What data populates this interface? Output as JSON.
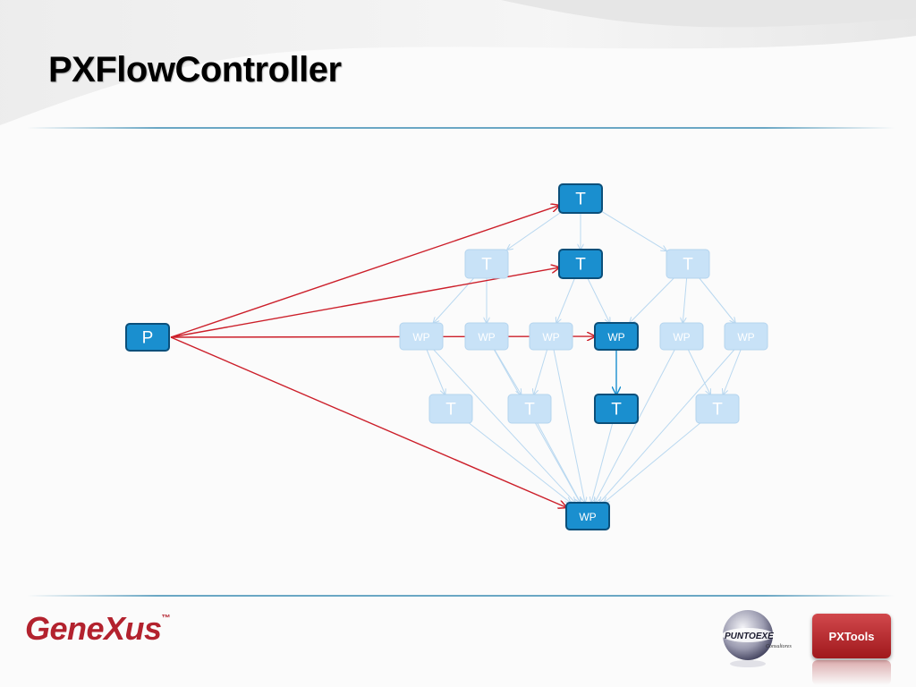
{
  "slide": {
    "title": "PXFlowController",
    "footer": {
      "brand_logo_text": "GeneXus",
      "brand_tm": "™",
      "logo_puntoexe_text": "PUNTOEXE",
      "logo_puntoexe_sub": "Consultores",
      "logo_pxtools_text": "PXTools"
    }
  },
  "diagram": {
    "colors": {
      "active_fill": "#1a8fcf",
      "active_stroke": "#0b4f7a",
      "faded_fill": "#c8e2f7",
      "faded_stroke": "#b4d4ee",
      "faded_text": "#ffffff",
      "active_edge": "#cc1f2a",
      "faded_edge": "#b9d8f0",
      "active_internal_edge": "#1a8fcf"
    },
    "nodes": [
      {
        "id": "p",
        "label": "P",
        "state": "active"
      },
      {
        "id": "t-top",
        "label": "T",
        "state": "active"
      },
      {
        "id": "t-l2-a",
        "label": "T",
        "state": "faded"
      },
      {
        "id": "t-l2-b",
        "label": "T",
        "state": "active"
      },
      {
        "id": "t-l2-c",
        "label": "T",
        "state": "faded"
      },
      {
        "id": "wp-1",
        "label": "WP",
        "state": "faded"
      },
      {
        "id": "wp-2",
        "label": "WP",
        "state": "faded"
      },
      {
        "id": "wp-3",
        "label": "WP",
        "state": "faded"
      },
      {
        "id": "wp-4",
        "label": "WP",
        "state": "active"
      },
      {
        "id": "wp-5",
        "label": "WP",
        "state": "faded"
      },
      {
        "id": "wp-6",
        "label": "WP",
        "state": "faded"
      },
      {
        "id": "t-l4-a",
        "label": "T",
        "state": "faded"
      },
      {
        "id": "t-l4-b",
        "label": "T",
        "state": "faded"
      },
      {
        "id": "t-l4-c",
        "label": "T",
        "state": "active"
      },
      {
        "id": "t-l4-d",
        "label": "T",
        "state": "faded"
      },
      {
        "id": "wp-bottom",
        "label": "WP",
        "state": "active"
      }
    ],
    "red_edges": [
      {
        "from": "p",
        "to": "t-top"
      },
      {
        "from": "p",
        "to": "t-l2-b"
      },
      {
        "from": "p",
        "to": "wp-4"
      },
      {
        "from": "p",
        "to": "wp-bottom"
      }
    ],
    "faded_edges": [
      {
        "from": "t-top",
        "to": "t-l2-a"
      },
      {
        "from": "t-top",
        "to": "t-l2-b"
      },
      {
        "from": "t-top",
        "to": "t-l2-c"
      },
      {
        "from": "t-l2-a",
        "to": "wp-1"
      },
      {
        "from": "t-l2-a",
        "to": "wp-2"
      },
      {
        "from": "t-l2-b",
        "to": "wp-3"
      },
      {
        "from": "t-l2-b",
        "to": "wp-4"
      },
      {
        "from": "t-l2-c",
        "to": "wp-4"
      },
      {
        "from": "t-l2-c",
        "to": "wp-5"
      },
      {
        "from": "t-l2-c",
        "to": "wp-6"
      },
      {
        "from": "wp-1",
        "to": "t-l4-a"
      },
      {
        "from": "wp-2",
        "to": "t-l4-b"
      },
      {
        "from": "wp-3",
        "to": "t-l4-b"
      },
      {
        "from": "wp-5",
        "to": "t-l4-d"
      },
      {
        "from": "wp-6",
        "to": "t-l4-d"
      },
      {
        "from": "wp-1",
        "to": "wp-bottom"
      },
      {
        "from": "wp-2",
        "to": "wp-bottom"
      },
      {
        "from": "wp-3",
        "to": "wp-bottom"
      },
      {
        "from": "wp-5",
        "to": "wp-bottom"
      },
      {
        "from": "wp-6",
        "to": "wp-bottom"
      },
      {
        "from": "t-l4-a",
        "to": "wp-bottom"
      },
      {
        "from": "t-l4-b",
        "to": "wp-bottom"
      },
      {
        "from": "t-l4-c",
        "to": "wp-bottom"
      },
      {
        "from": "t-l4-d",
        "to": "wp-bottom"
      }
    ],
    "blue_edges": [
      {
        "from": "wp-4",
        "to": "t-l4-c"
      }
    ]
  }
}
